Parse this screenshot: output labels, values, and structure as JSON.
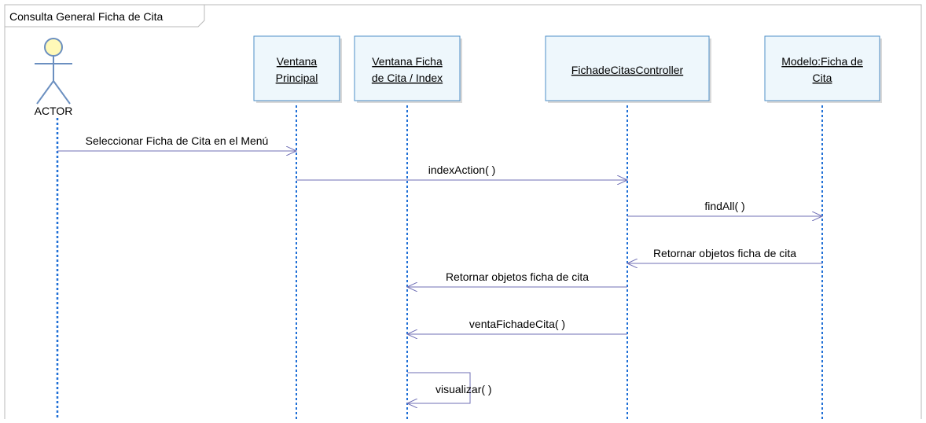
{
  "frame": {
    "title": "Consulta General Ficha de Cita"
  },
  "colors": {
    "box_fill": "#eef7fc",
    "box_stroke": "#4e8fc7",
    "lifeline": "#1f6fd6",
    "message": "#6f6fb5",
    "frame_stroke": "#b9b9b9"
  },
  "actor": {
    "name": "ACTOR",
    "icon": "stick-figure-actor-icon"
  },
  "lifelines": [
    {
      "id": "ventana-principal",
      "line1": "Ventana",
      "line2": "Principal"
    },
    {
      "id": "ventana-ficha",
      "line1": "Ventana Ficha",
      "line2": "de Cita / Index"
    },
    {
      "id": "controller",
      "line1": "FichadeCitasController",
      "line2": ""
    },
    {
      "id": "modelo",
      "line1": "Modelo:Ficha de",
      "line2": "Cita"
    }
  ],
  "messages": [
    {
      "from": "actor",
      "to": "ventana-principal",
      "label": "Seleccionar Ficha de Cita en el Menú"
    },
    {
      "from": "ventana-principal",
      "to": "controller",
      "label": "indexAction( )"
    },
    {
      "from": "controller",
      "to": "modelo",
      "label": "findAll( )"
    },
    {
      "from": "modelo",
      "to": "controller",
      "label": "Retornar objetos ficha de cita"
    },
    {
      "from": "controller",
      "to": "ventana-ficha",
      "label": "Retornar objetos ficha de cita"
    },
    {
      "from": "controller",
      "to": "ventana-ficha",
      "label": "ventaFichadeCita( )"
    },
    {
      "from": "ventana-ficha",
      "to": "ventana-ficha",
      "label": "visualizar( )"
    }
  ]
}
